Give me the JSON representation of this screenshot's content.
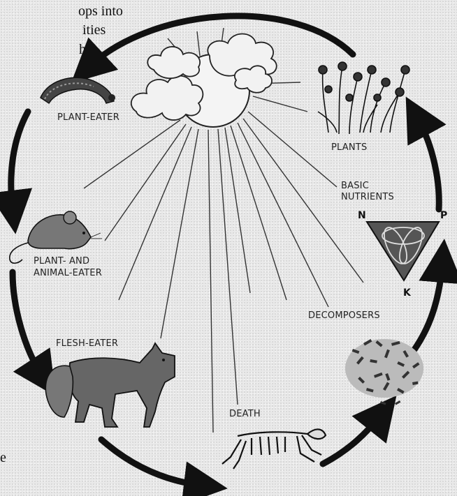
{
  "intro_text_fragments": [
    "ops into",
    "ities",
    "h,"
  ],
  "margin_fragment": "e",
  "labels": {
    "plant_eater": "PLANT-EATER",
    "plants": "PLANTS",
    "basic_nutrients_line1": "BASIC",
    "basic_nutrients_line2": "NUTRIENTS",
    "plant_animal_eater_line1": "PLANT- AND",
    "plant_animal_eater_line2": "ANIMAL-EATER",
    "flesh_eater": "FLESH-EATER",
    "decomposers": "DECOMPOSERS",
    "death": "DEATH"
  },
  "nutrients": {
    "n": "N",
    "p": "P",
    "k": "K"
  },
  "colors": {
    "ink": "#111111",
    "triangle_fill": "#555555",
    "background": "#e9e9e9"
  },
  "icons": [
    "sun-icon",
    "cloud-icon",
    "caterpillar-icon",
    "plants-icon",
    "mouse-icon",
    "fox-icon",
    "skeleton-icon",
    "decomposers-icon",
    "npk-triangle-icon"
  ]
}
